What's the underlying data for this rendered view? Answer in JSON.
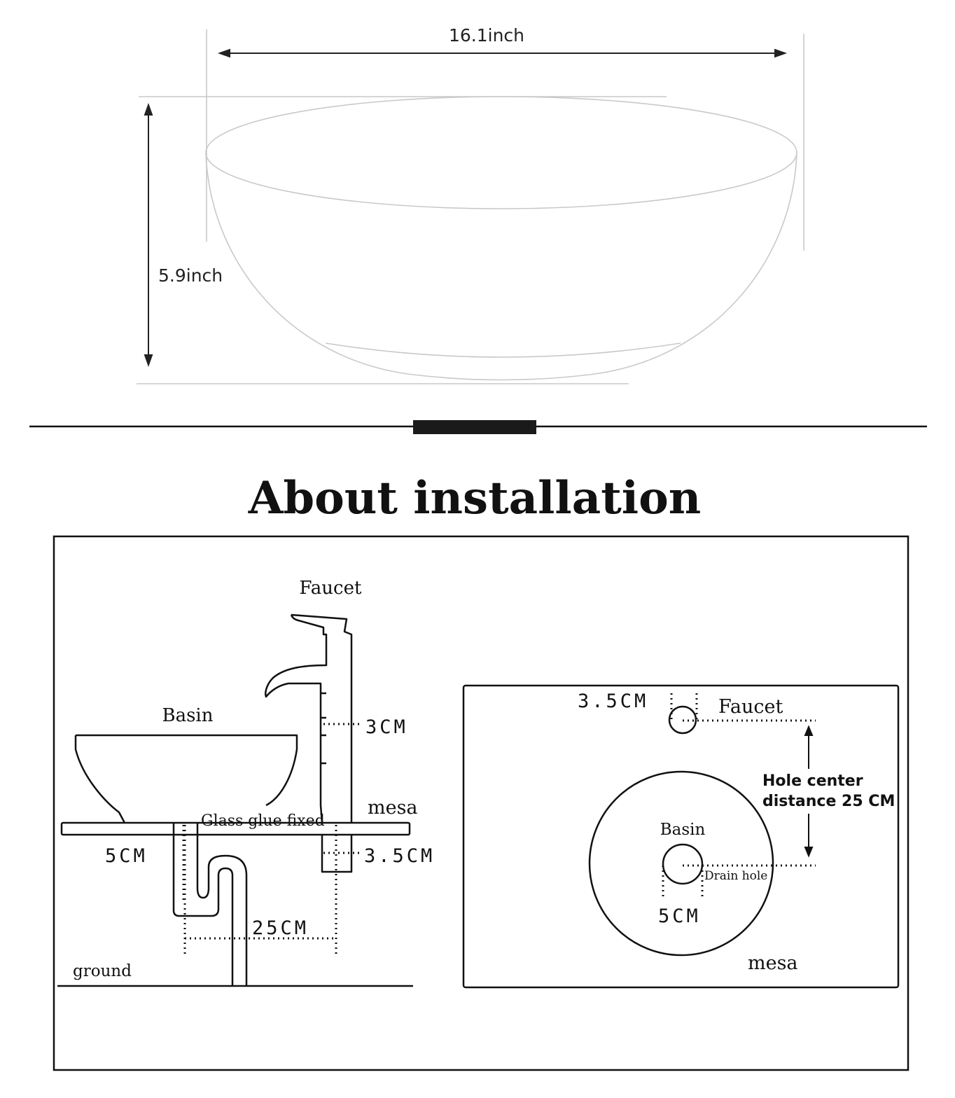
{
  "dimensions": {
    "width_label": "16.1inch",
    "height_label": "5.9inch"
  },
  "section_title": "About installation",
  "side_view": {
    "faucet_label": "Faucet",
    "basin_label": "Basin",
    "mesa_label": "mesa",
    "glue_label": "Glass glue fixed",
    "faucet_hole_height": "3CM",
    "faucet_hole_diameter": "3.5CM",
    "drain_diameter": "5CM",
    "hole_distance": "25CM",
    "ground_label": "ground"
  },
  "top_view": {
    "faucet_hole_diameter": "3.5CM",
    "faucet_label": "Faucet",
    "hole_center_line1": "Hole center",
    "hole_center_line2": "distance 25 CM",
    "basin_label": "Basin",
    "drain_label": "Drain hole",
    "drain_diameter": "5CM",
    "mesa_label": "mesa"
  },
  "colors": {
    "line": "#111111",
    "light_line": "#c8c8c8",
    "divider_bar": "#1a1a1a"
  }
}
